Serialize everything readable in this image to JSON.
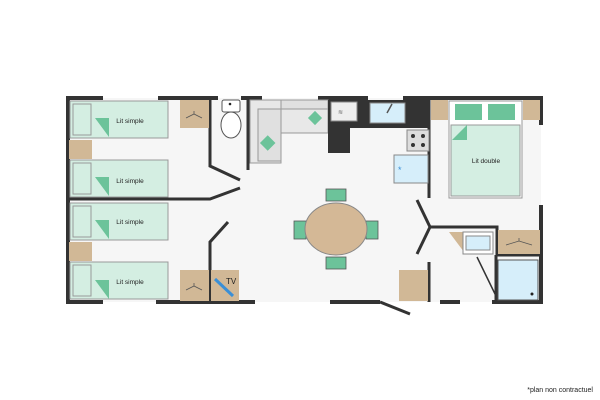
{
  "rooms": {
    "bed1": "Lit simple",
    "bed2": "Lit simple",
    "bed3": "Lit simple",
    "bed4": "Lit simple",
    "double_bed": "Lit double",
    "tv": "TV"
  },
  "footnote": "*plan non contractuel",
  "colors": {
    "wall": "#333333",
    "floor": "#f6f6f6",
    "bed": "#d4eee2",
    "pillow_fold": "#6cc39a",
    "wood": "#d1b896",
    "water": "#d6eefa",
    "table": "#d4b896"
  }
}
